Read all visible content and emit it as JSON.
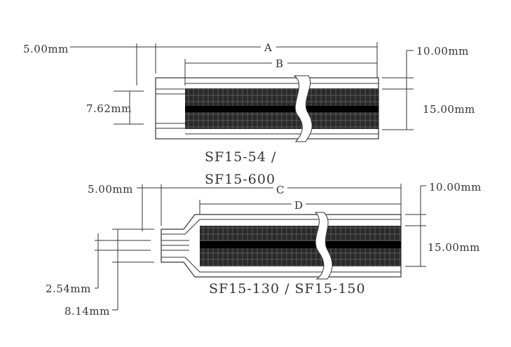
{
  "top": {
    "lead_length": "5.00mm",
    "dim_a": "A",
    "dim_b": "B",
    "edge_width": "10.00mm",
    "lead_spacing": "7.62mm",
    "total_width": "15.00mm",
    "model_line1": "SF15-54 /",
    "model_line2": "SF15-600"
  },
  "bottom": {
    "lead_length": "5.00mm",
    "dim_c": "C",
    "dim_d": "D",
    "edge_width": "10.00mm",
    "total_width": "15.00mm",
    "lead_pitch": "2.54mm",
    "lead_span": "8.14mm",
    "model": "SF15-130 / SF15-150"
  }
}
